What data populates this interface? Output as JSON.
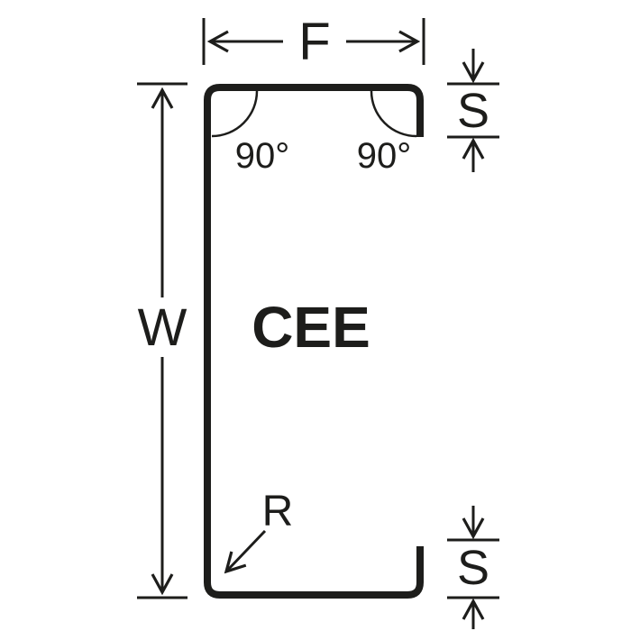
{
  "diagram": {
    "profile_name": "CEE",
    "dimensions": {
      "flange_width_label": "F",
      "web_height_label": "W",
      "lip_top_label": "S",
      "lip_bottom_label": "S",
      "radius_label": "R",
      "corner_angle_top_left": "90°",
      "corner_angle_top_right": "90°"
    },
    "colors": {
      "line": "#1d1d1b",
      "background": "#ffffff"
    }
  }
}
